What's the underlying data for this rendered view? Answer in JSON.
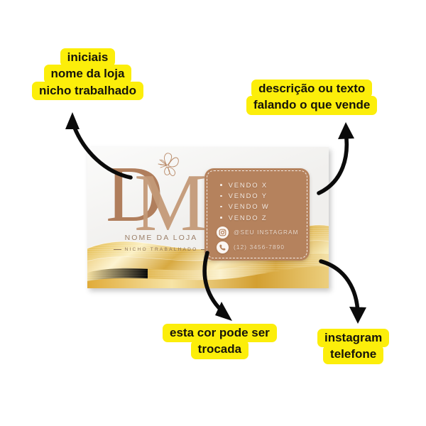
{
  "page": {
    "background_color": "#ffffff",
    "highlight_color": "#fcee0a",
    "card_gold_color": "#e3b63e",
    "card_brown_color": "#b5825d"
  },
  "card": {
    "monogram": "DM",
    "monogram_letters": [
      "D",
      "M"
    ],
    "butterfly_icon": "butterfly-icon",
    "store_name": "NOME DA LOJA",
    "niche": "NICHO TRABALHADO",
    "services": [
      "VENDO X",
      "VENDO Y",
      "VENDO W",
      "VENDO Z"
    ],
    "contacts": [
      {
        "icon": "instagram-icon",
        "text": "@SEU INSTAGRAM"
      },
      {
        "icon": "phone-icon",
        "text": "(12) 3456-7890"
      }
    ]
  },
  "annotations": [
    {
      "id": "initials",
      "lines": [
        "iniciais",
        "nome da loja",
        "nicho trabalhado"
      ]
    },
    {
      "id": "description",
      "lines": [
        "descrição ou texto",
        "falando o que vende"
      ]
    },
    {
      "id": "color",
      "lines": [
        "esta cor pode ser",
        "trocada"
      ]
    },
    {
      "id": "contact",
      "lines": [
        "instagram",
        "telefone"
      ]
    }
  ]
}
